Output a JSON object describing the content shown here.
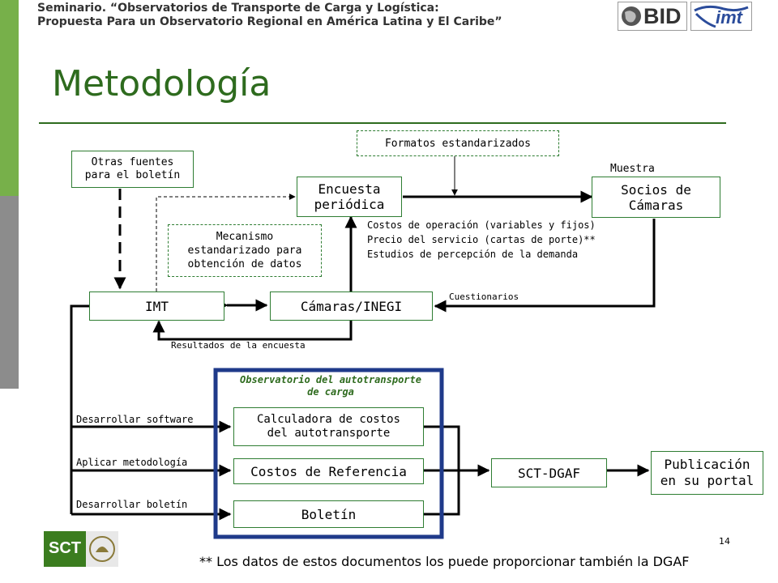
{
  "header": {
    "line1": "Seminario. “Observatorios de Transporte de Carga y Logística:",
    "line2": "Propuesta Para un Observatorio Regional en América Latina y El Caribe”"
  },
  "logos": {
    "bid": "BID",
    "imt": "imt",
    "sct": "SCT"
  },
  "title": "Metodología",
  "boxes": {
    "formatos": "Formatos estandarizados",
    "otras_1": "Otras fuentes",
    "otras_2": "para el boletín",
    "encuesta_1": "Encuesta",
    "encuesta_2": "periódica",
    "socios_1": "Socios de",
    "socios_2": "Cámaras",
    "mecanismo_1": "Mecanismo",
    "mecanismo_2": "estandarizado para",
    "mecanismo_3": "obtención de datos",
    "imt": "IMT",
    "camaras": "Cámaras/INEGI",
    "calc_1": "Calculadora de costos",
    "calc_2": "del autotransporte",
    "costos_ref": "Costos de Referencia",
    "boletin": "Boletín",
    "sct_dgaf": "SCT-DGAF",
    "publicacion_1": "Publicación",
    "publicacion_2": "en su portal"
  },
  "labels": {
    "muestra": "Muestra",
    "costos_1": "Costos de operación (variables y fijos)",
    "costos_2": "Precio del servicio (cartas de porte)**",
    "costos_3": "Estudios de percepción de la demanda",
    "cuestionarios": "Cuestionarios",
    "resultados": "Resultados de la encuesta",
    "observatorio_1": "Observatorio del autotransporte",
    "observatorio_2": "de carga",
    "desarrollar_software": "Desarrollar software",
    "aplicar_metodologia": "Aplicar metodología",
    "desarrollar_boletin": "Desarrollar boletín"
  },
  "page_number": "14",
  "footnote": "** Los datos de estos documentos los puede proporcionar también la DGAF",
  "colors": {
    "title_green": "#2e6b1e",
    "box_border": "#2e7d32",
    "observatory_border": "#1f3a8a",
    "side_green": "#77b04a",
    "side_gray": "#8c8c8c"
  }
}
